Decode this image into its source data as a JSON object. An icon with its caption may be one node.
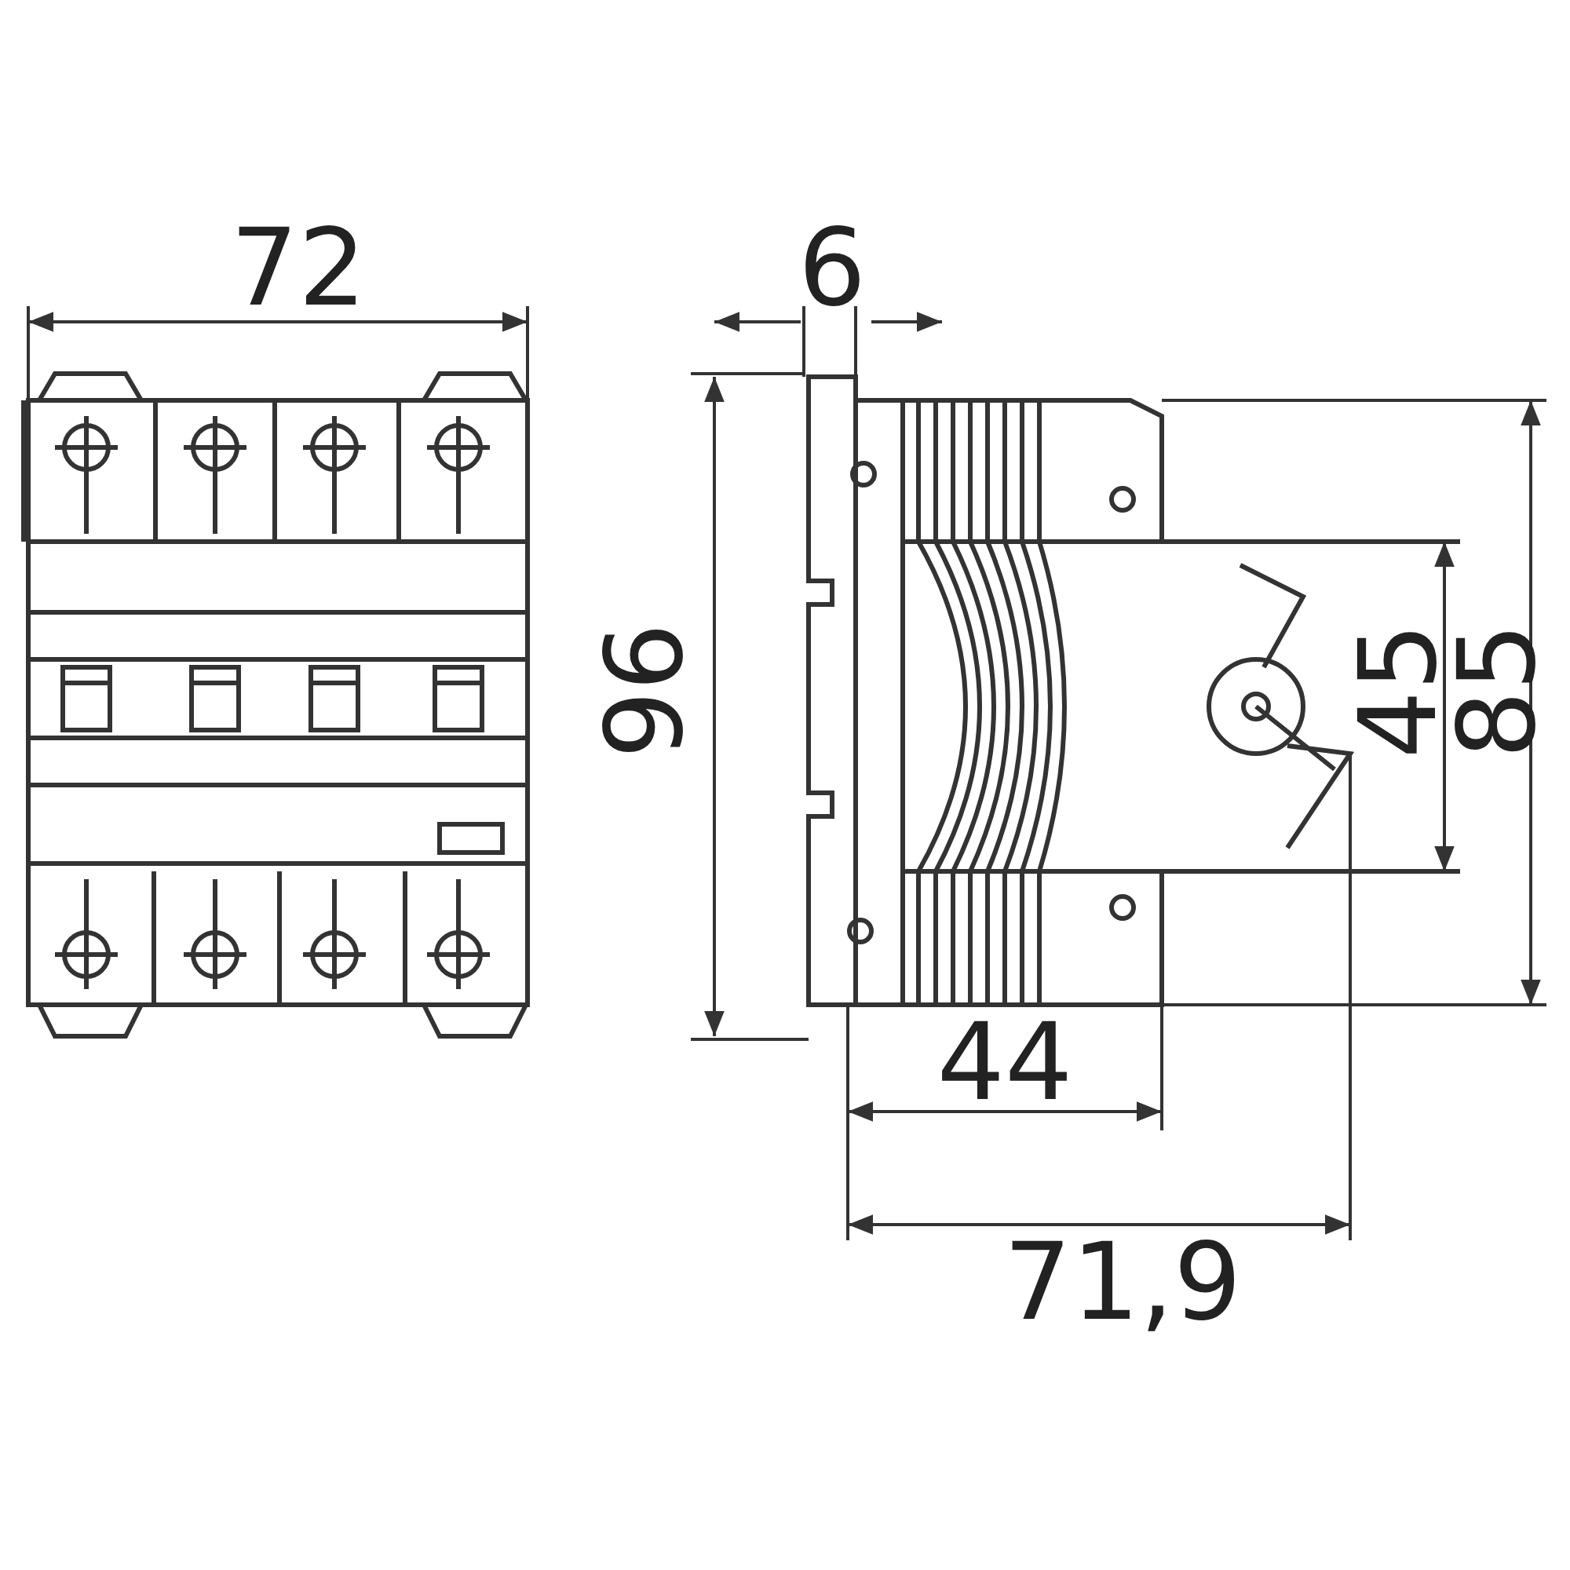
{
  "diagram": {
    "labels": [
      "72",
      "6",
      "96",
      "45",
      "85",
      "44",
      "71,9"
    ]
  }
}
